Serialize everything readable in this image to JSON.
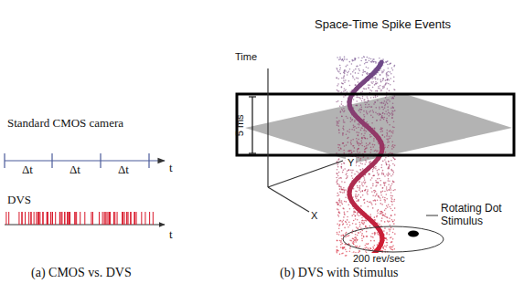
{
  "diagram": {
    "labels": [
      "Standard CMOS camera",
      "Δt",
      "Δt",
      "Δt",
      "t",
      "DVS",
      "t",
      "(a) CMOS vs. DVS",
      "Space-Time Spike Events",
      "Time",
      "5 ms",
      "Y",
      "X",
      "Rotating Dot Stimulus",
      "200 rev/sec",
      "(b) DVS with Stimulus"
    ]
  }
}
